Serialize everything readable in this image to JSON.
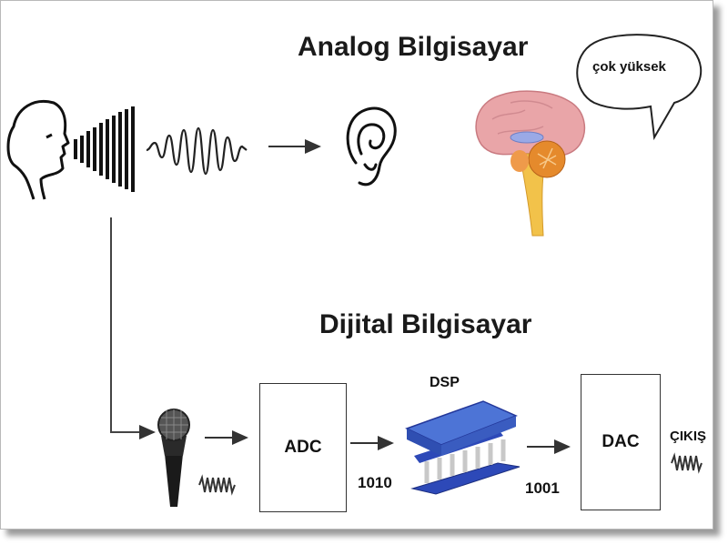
{
  "titles": {
    "analog": "Analog Bilgisayar",
    "digital": "Dijital Bilgisayar"
  },
  "speech_bubble": "çok yüksek",
  "blocks": {
    "adc": "ADC",
    "dsp": "DSP",
    "dac": "DAC"
  },
  "signals": {
    "adc_out": "1010",
    "dsp_out": "1001",
    "output": "ÇIKIŞ"
  },
  "icons": [
    "head-speaking-icon",
    "sound-wave-icon",
    "ear-icon",
    "brain-icon",
    "microphone-icon",
    "chip-icon"
  ],
  "colors": {
    "brain": "#e9a5a8",
    "cerebellum": "#e58a2c",
    "brainstem": "#f2c24a",
    "chip_body": "#3d64c7",
    "chip_base": "#2d49b8"
  }
}
